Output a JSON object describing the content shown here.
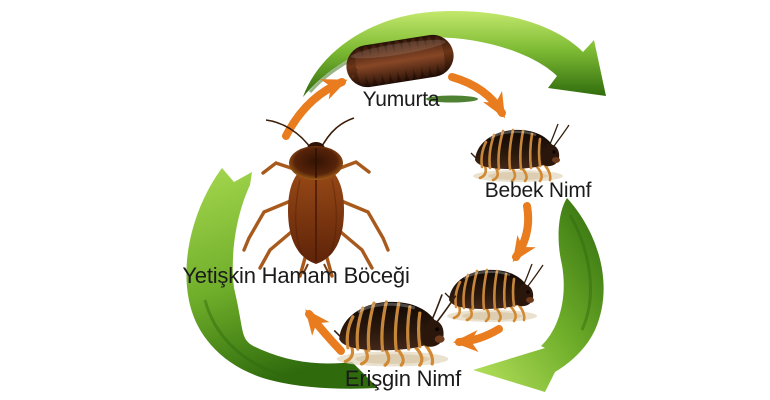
{
  "diagram": {
    "type": "cycle",
    "stages": [
      {
        "id": "egg",
        "label": "Yumurta"
      },
      {
        "id": "baby-nymph",
        "label": "Bebek Nimf"
      },
      {
        "id": "adolescent-nymph",
        "label": "Erişgin Nimf"
      },
      {
        "id": "adult",
        "label": "Yetişkin Hamam Böceği"
      }
    ],
    "arrows": [
      {
        "from": "adult",
        "to": "egg",
        "color": "orange"
      },
      {
        "from": "egg",
        "to": "baby-nymph",
        "color": "orange"
      },
      {
        "from": "baby-nymph",
        "to": "adolescent-nymph",
        "color": "orange"
      },
      {
        "from": "adolescent-nymph-mid",
        "to": "adolescent-nymph",
        "color": "orange"
      },
      {
        "from": "adolescent-nymph",
        "to": "adult",
        "color": "orange"
      }
    ],
    "recycle_bands": [
      "top",
      "right",
      "left"
    ],
    "colors": {
      "background": "#ffffff",
      "label_text": "#1b1b1b",
      "arrow_orange": "#e87c1e",
      "green_light": "#b9e35f",
      "green_mid": "#6fae2a",
      "green_dark": "#2f6b0d",
      "egg_brown": "#5c2c12",
      "adult_brown": "#8c4116",
      "nymph_dark": "#1f120a",
      "nymph_stripe": "#cf8d3e"
    }
  }
}
